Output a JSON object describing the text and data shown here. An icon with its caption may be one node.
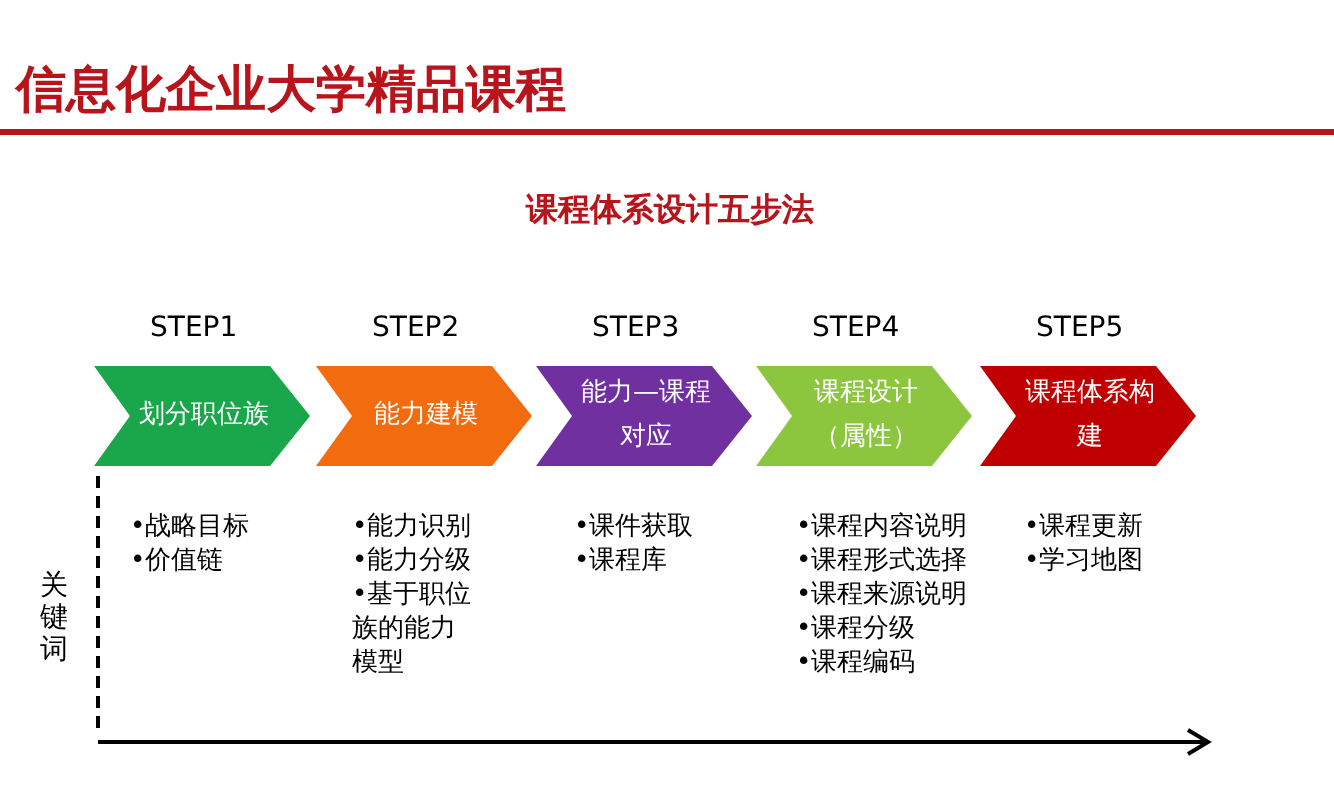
{
  "diagram": {
    "title": "信息化企业大学精品课程",
    "nodes": [
      {
        "text": [
          "划分职位族"
        ],
        "beside": [
          "STEP1"
        ]
      },
      {
        "text": [
          "能力建模"
        ],
        "beside": [
          "STEP2"
        ]
      },
      {
        "text": [
          "能力—课程对应"
        ],
        "beside": [
          "STEP3"
        ]
      },
      {
        "text": [
          "课程设计（属性）"
        ],
        "beside": [
          "STEP4"
        ]
      },
      {
        "text": [
          "课程体系构建"
        ],
        "beside": [
          "STEP5"
        ]
      }
    ],
    "labels": [
      "课程体系设计五步法",
      "关键词",
      "•战略目标",
      "•价值链",
      "•能力识别",
      "•能力分级",
      "•基于职位族的能力模型",
      "•课件获取",
      "•课程库",
      "•课程内容说明",
      "•课程形式选择",
      "•课程来源说明",
      "•课程分级",
      "•课程编码",
      "•课程更新",
      "•学习地图"
    ]
  }
}
